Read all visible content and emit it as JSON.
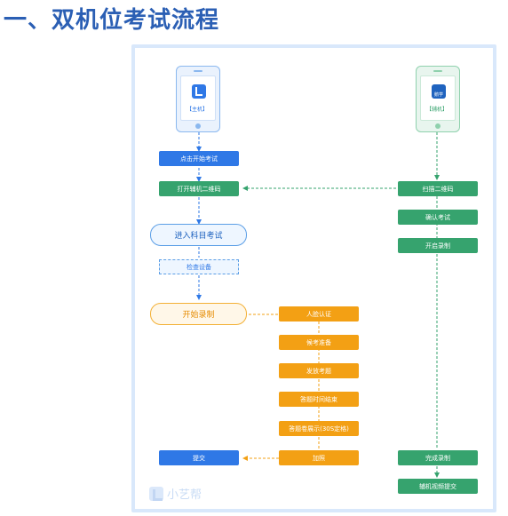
{
  "title": "一、双机位考试流程",
  "phones": {
    "main_label": "【主机】",
    "aux_label": "【辅机】",
    "aux_app_text": "鹅学"
  },
  "main_flow": {
    "start_exam": "点击开始考试",
    "open_qr": "打开辅机二维码",
    "enter_subject": "进入科目考试",
    "check_device": "检查设备",
    "start_record": "开始录制",
    "submit": "提交"
  },
  "aux_flow": {
    "scan_qr": "扫描二维码",
    "confirm_exam": "确认考试",
    "start_recording": "开启录制",
    "finish_recording": "完成录制",
    "submit_video": "辅机视频提交"
  },
  "exam_steps": {
    "face_auth": "人脸认证",
    "prep": "候考准备",
    "issue_paper": "发放考题",
    "answer_end": "答题时间结束",
    "show_paper": "答题卷展示(30S定格)",
    "add_photo": "加照"
  },
  "logo_text": "小艺帮",
  "colors": {
    "blue": "#2f78e6",
    "green": "#36a36e",
    "orange": "#f3a014",
    "title": "#2b5fb4"
  }
}
